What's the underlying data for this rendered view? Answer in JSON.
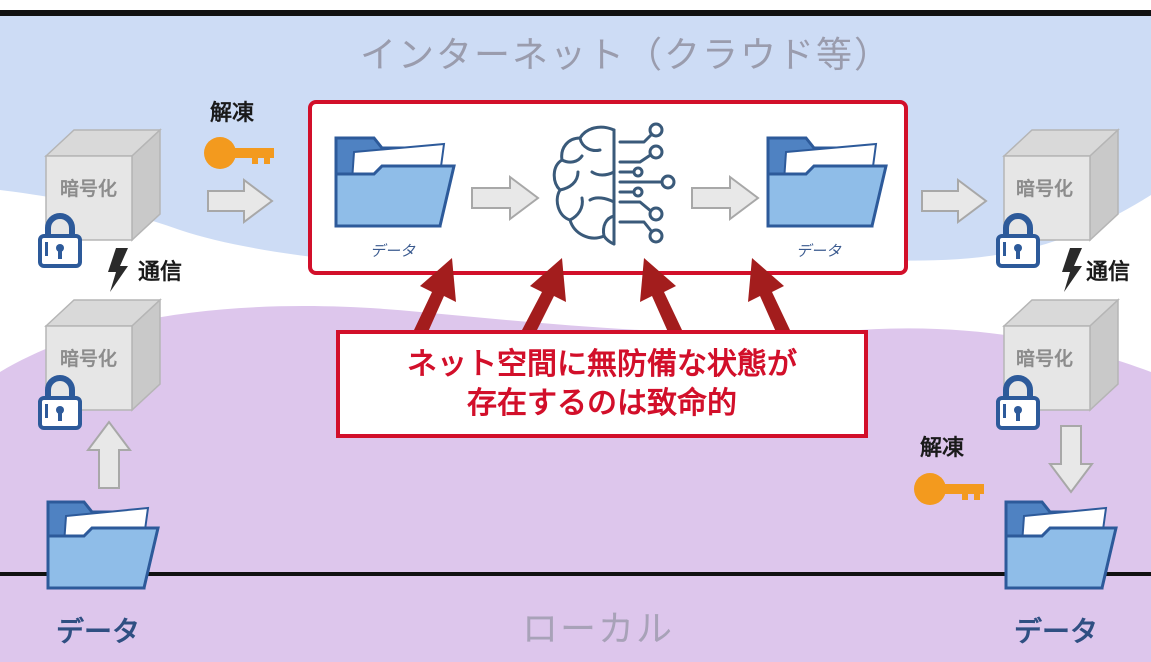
{
  "zones": {
    "internet": "インターネット（クラウド等）",
    "local": "ローカル"
  },
  "left": {
    "decrypt_label": "解凍",
    "comm_label": "通信",
    "cube_top_label": "暗号化",
    "cube_bottom_label": "暗号化",
    "data_label": "データ"
  },
  "right": {
    "decrypt_label": "解凍",
    "comm_label": "通信",
    "cube_top_label": "暗号化",
    "cube_bottom_label": "暗号化",
    "data_label": "データ"
  },
  "process": {
    "data_in_label": "データ",
    "data_out_label": "データ"
  },
  "warning": {
    "line1": "ネット空間に無防備な状態が",
    "line2": "存在するのは致命的"
  },
  "colors": {
    "internet_bg": "#cddcf5",
    "local_bg": "#ddc6ec",
    "alert_red": "#d20f2a",
    "key_orange": "#f39a1e",
    "folder_blue": "#6fa3d8"
  }
}
